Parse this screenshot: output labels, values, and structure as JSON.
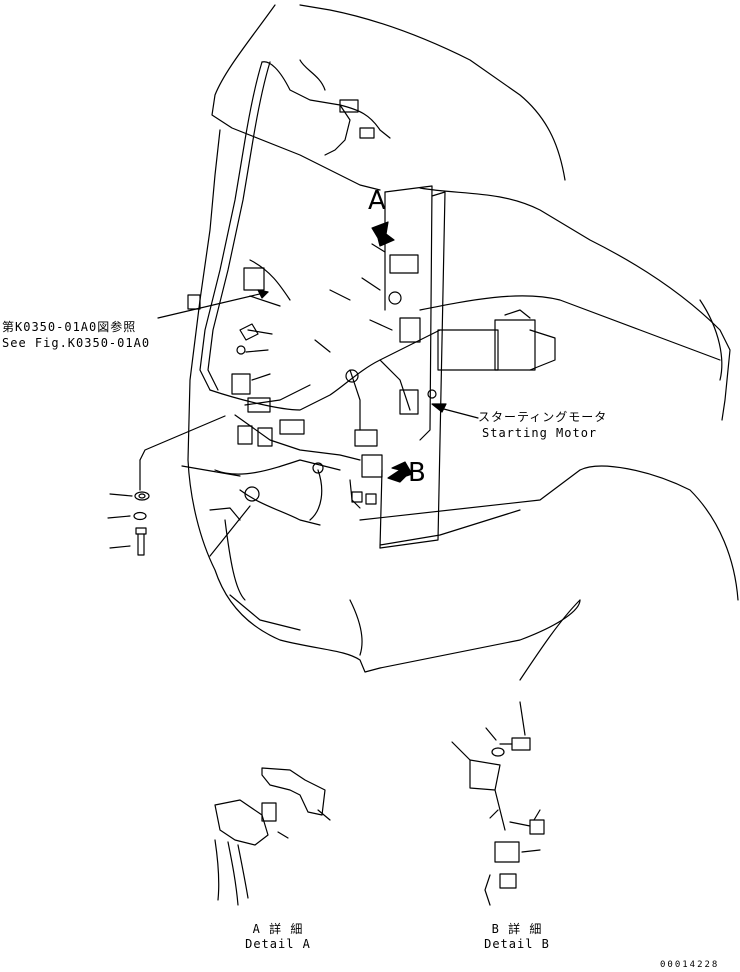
{
  "labels": {
    "ref_jp": "第K0350-01A0図参照",
    "ref_en": "See Fig.K0350-01A0",
    "starter_jp": "スターティングモータ",
    "starter_en": "Starting Motor",
    "view_a": "A",
    "view_b": "B",
    "detail_a_jp": "A 詳 細",
    "detail_a_en": "Detail A",
    "detail_b_jp": "B 詳 細",
    "detail_b_en": "Detail B",
    "part_no": "00014228"
  }
}
